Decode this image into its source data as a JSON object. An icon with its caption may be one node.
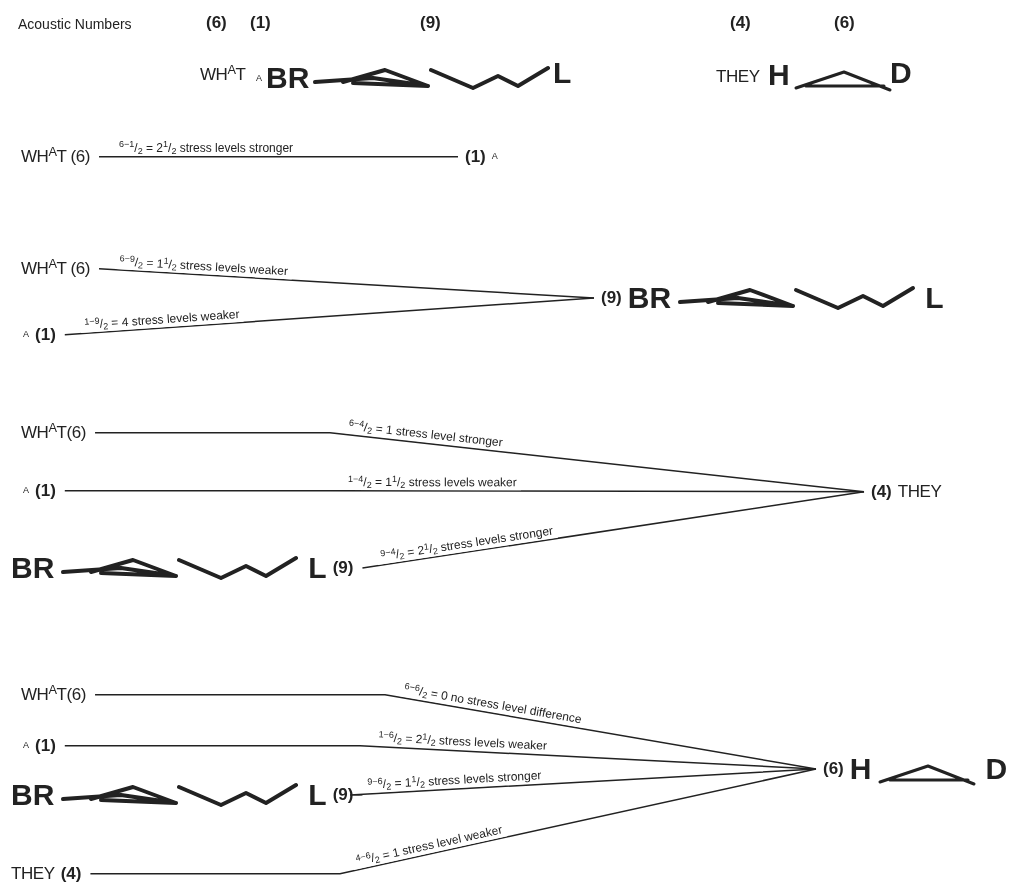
{
  "diagram": {
    "nodes": [
      {
        "text": [
          "WH$^{A}$T (6)"
        ]
      },
      {
        "text": [
          "(1)",
          "A"
        ]
      },
      {
        "text": [
          "WH$^{A}$T (6)"
        ]
      },
      {
        "text": [
          "A",
          "(1)"
        ]
      },
      {
        "text": [
          "(9)",
          "BR",
          "L"
        ]
      },
      {
        "text": [
          "WH$^{A}$T(6)"
        ]
      },
      {
        "text": [
          "A",
          "(1)"
        ]
      },
      {
        "text": [
          "BR",
          "L",
          "(9)"
        ]
      },
      {
        "text": [
          "(4)",
          "THEY"
        ]
      },
      {
        "text": [
          "WH$^{A}$T(6)"
        ]
      },
      {
        "text": [
          "A",
          "(1)"
        ]
      },
      {
        "text": [
          "BR",
          "L",
          "(9)"
        ]
      },
      {
        "text": [
          "THEY",
          "(4)"
        ]
      },
      {
        "text": [
          "(6)",
          "H",
          "D"
        ]
      }
    ],
    "edges": [
      {
        "from": 0,
        "to": 1,
        "arrow": "none",
        "label": "$^{6−1}$/$_{2}$ = 2$^{1}$/$_{2}$ stress levels stronger"
      },
      {
        "from": 2,
        "to": 4,
        "arrow": "none",
        "label": "$^{6−9}$/$_{2}$ = 1$^{1}$/$_{2}$ stress levels weaker"
      },
      {
        "from": 3,
        "to": 4,
        "arrow": "none",
        "label": "$^{1−9}$/$_{2}$ = 4 stress levels weaker"
      },
      {
        "from": 5,
        "to": 8,
        "arrow": "none",
        "label": "$^{6−4}$/$_{2}$ = 1 stress level stronger"
      },
      {
        "from": 6,
        "to": 8,
        "arrow": "none",
        "label": "$^{1−4}$/$_{2}$ = 1$^{1}$/$_{2}$ stress levels weaker"
      },
      {
        "from": 7,
        "to": 8,
        "arrow": "none",
        "label": "$^{9−4}$/$_{2}$ = 2$^{1}$/$_{2}$ stress levels stronger"
      },
      {
        "from": 9,
        "to": 13,
        "arrow": "none",
        "label": "$^{6−6}$/$_{2}$ = 0 no stress level difference"
      },
      {
        "from": 10,
        "to": 13,
        "arrow": "none",
        "label": "$^{1−6}$/$_{2}$ = 2$^{1}$/$_{2}$ stress levels weaker"
      },
      {
        "from": 11,
        "to": 13,
        "arrow": "none",
        "label": "$^{9−6}$/$_{2}$ = 1$^{1}$/$_{2}$ stress levels stronger"
      },
      {
        "from": 12,
        "to": 13,
        "arrow": "none",
        "label": "$^{4−6}$/$_{2}$ = 1 stress level weaker"
      }
    ],
    "labels": [
      "Acoustic Numbers",
      "(6)",
      "(1)",
      "(9)",
      "(4)",
      "(6)",
      "WH$^{A}$T",
      "A",
      "BR",
      "L",
      "THEY",
      "H",
      "D"
    ]
  }
}
